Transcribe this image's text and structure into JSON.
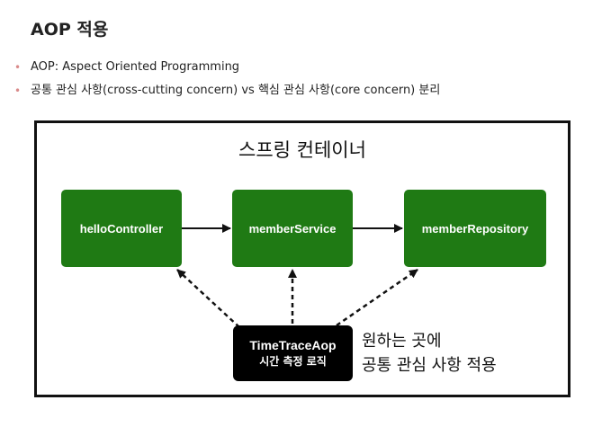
{
  "slide": {
    "title": "AOP 적용",
    "bullets": [
      "AOP: Aspect Oriented Programming",
      "공통 관심 사항(cross-cutting concern) vs 핵심 관심 사항(core concern) 분리"
    ],
    "bullet_color": "#d98a8a"
  },
  "diagram": {
    "container_label": "스프링 컨테이너",
    "nodes": {
      "controller": "helloController",
      "service": "memberService",
      "repository": "memberRepository"
    },
    "aop": {
      "name": "TimeTraceAop",
      "subtitle": "시간 측정 로직"
    },
    "note_lines": [
      "원하는 곳에",
      "공통 관심 사항 적용"
    ],
    "node_color": "#1f7a14",
    "aop_color": "#000000"
  }
}
